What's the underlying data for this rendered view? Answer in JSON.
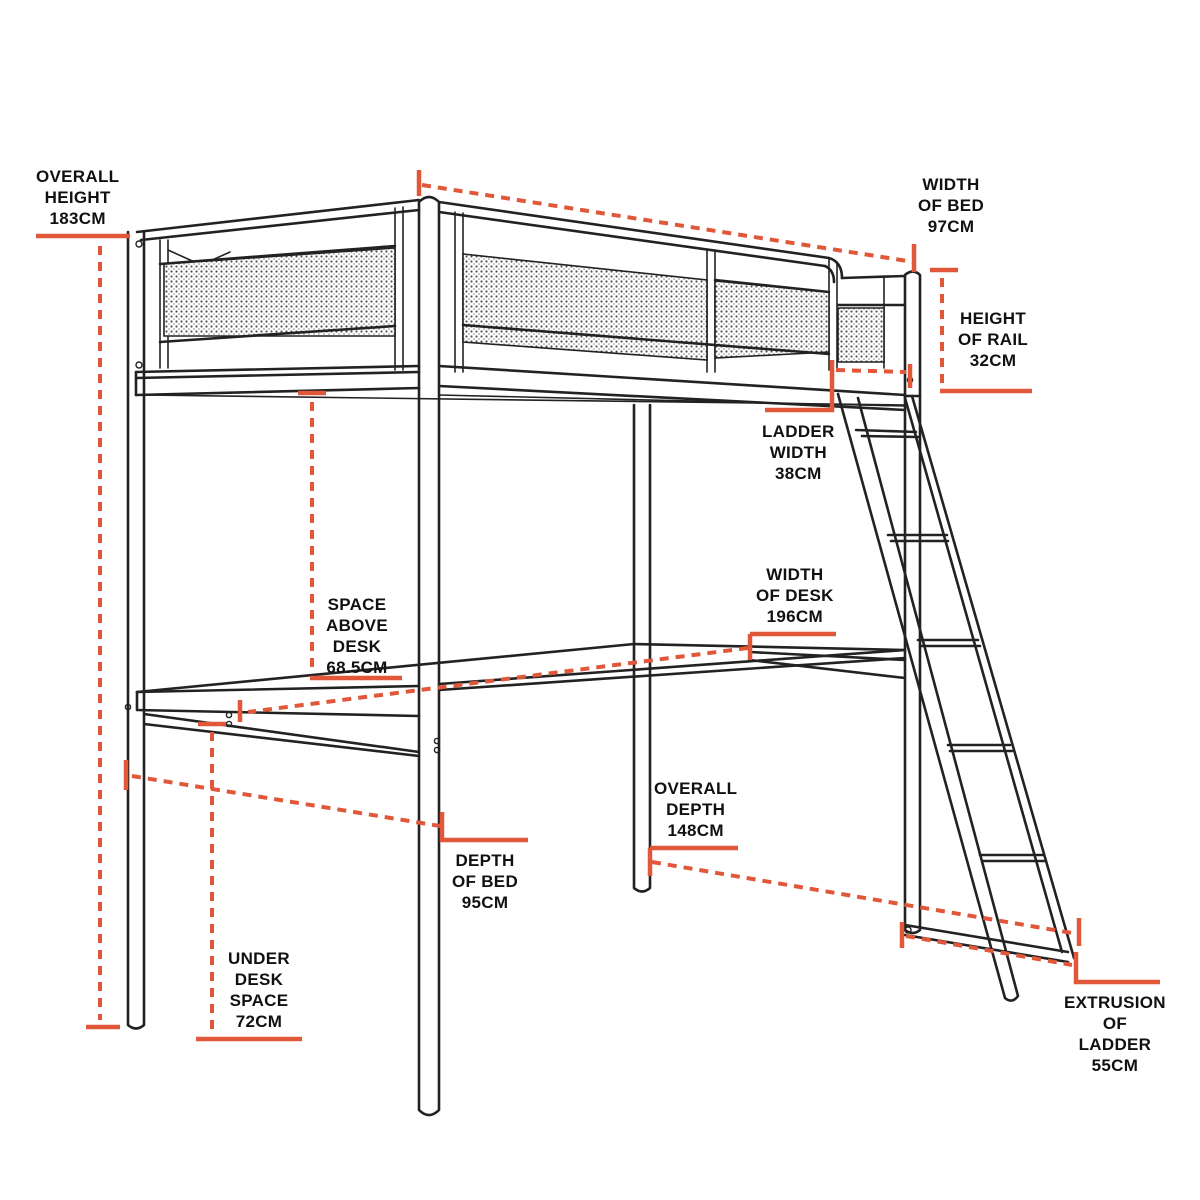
{
  "accent_color": "#e0573a",
  "line_color": "#222222",
  "labels": {
    "overall_height": [
      "OVERALL",
      "HEIGHT",
      "183CM"
    ],
    "width_of_bed": [
      "WIDTH",
      "OF BED",
      "97CM"
    ],
    "height_of_rail": [
      "HEIGHT",
      "OF RAIL",
      "32CM"
    ],
    "ladder_width": [
      "LADDER",
      "WIDTH",
      "38CM"
    ],
    "width_of_desk": [
      "WIDTH",
      "OF DESK",
      "196CM"
    ],
    "space_above_desk": [
      "SPACE",
      "ABOVE",
      "DESK",
      "68.5CM"
    ],
    "overall_depth": [
      "OVERALL",
      "DEPTH",
      "148CM"
    ],
    "depth_of_bed": [
      "DEPTH",
      "OF BED",
      "95CM"
    ],
    "under_desk_space": [
      "UNDER",
      "DESK",
      "SPACE",
      "72CM"
    ],
    "extrusion_of_ladder": [
      "EXTRUSION",
      "OF",
      "LADDER",
      "55CM"
    ]
  }
}
